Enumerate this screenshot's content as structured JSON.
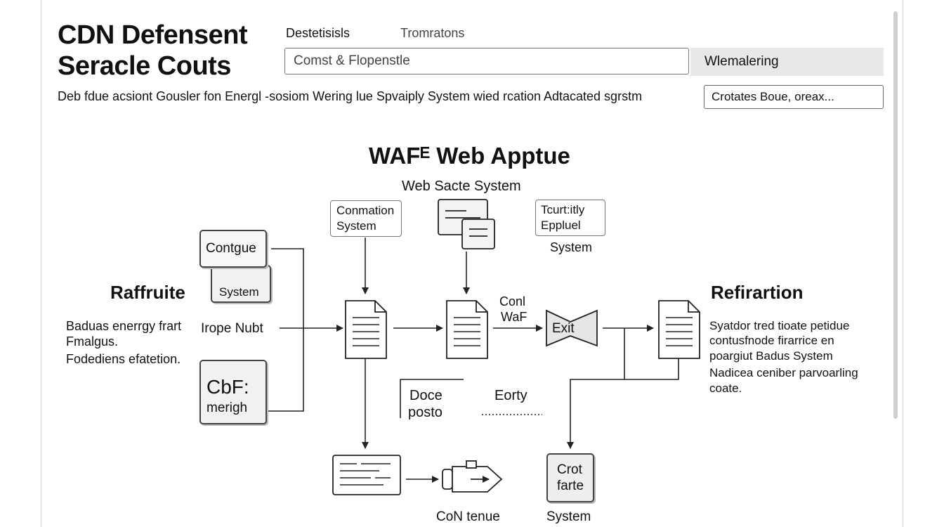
{
  "header": {
    "title_line1": "CDN Defensent",
    "title_line2": "Seracle Couts",
    "tabs": [
      "Destetisisls",
      "Tromratons"
    ],
    "search_value": "Comst & Flopenstle",
    "right_button": "Wlemalering",
    "description": "Deb fdue acsiont Gousler fon Energl -sosiom Wering lue Spvaiply System wied rcation Adtacated sgrstm",
    "select_value": "Crotates Boue, oreax..."
  },
  "diagram": {
    "title": "WAFᴱ Web Apptue",
    "subtitle": "Web  Sacte  System",
    "node_conmation": [
      "Conmation",
      "System"
    ],
    "node_tcurt": [
      "Tcurt:itly",
      "Eppluel"
    ],
    "node_tcurt_caption": "System",
    "node_contgue": "Contgue",
    "node_system": "System",
    "node_cof": "CbF:",
    "node_cof_caption": "merigh",
    "left_heading": "Raffruite",
    "left_desc": [
      "Baduas enerrgy frart",
      "Fmalgus.",
      "Fodediens efatetion."
    ],
    "input_label": "Irope Nubt",
    "con_waf": [
      "Conl",
      "WaF"
    ],
    "exit_label": "Exit",
    "doce_posto": [
      "Doce",
      "posto"
    ],
    "eorty": "Eorty",
    "right_heading": "Refirartion",
    "right_desc": [
      "Syatdor tred tioate petidue",
      "contusfnode firarrice en",
      "poargiut Badus System",
      "Nadicea ceniber parvoarling",
      "coate."
    ],
    "bottom_left_label": "CoN tenue",
    "node_crot": [
      "Crot",
      "farte"
    ],
    "node_crot_caption": "System"
  }
}
